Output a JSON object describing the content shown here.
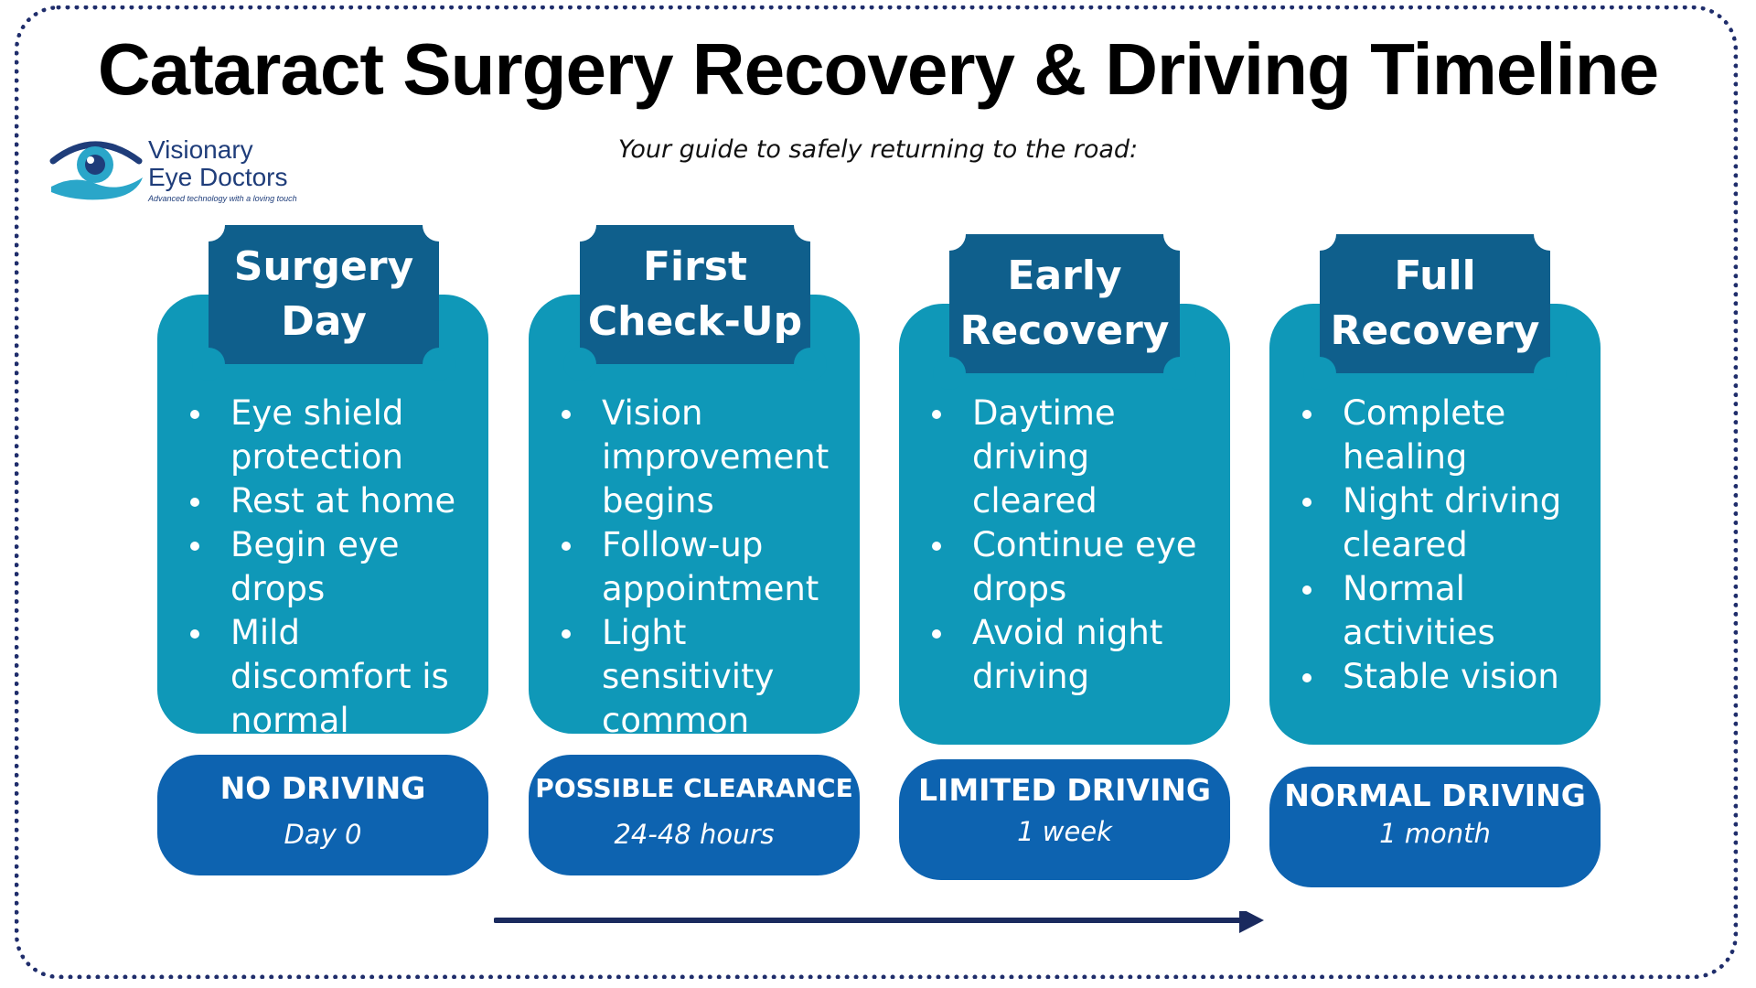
{
  "title": "Cataract Surgery Recovery & Driving Timeline",
  "subtitle": "Your guide to safely returning to the road:",
  "logo": {
    "line1": "Visionary",
    "line2": "Eye Doctors",
    "tagline": "Advanced technology with a loving touch"
  },
  "stages": [
    {
      "title_line1": "Surgery",
      "title_line2": "Day",
      "items": [
        "Eye shield protection",
        "Rest at home",
        "Begin eye drops",
        "Mild discomfort is normal"
      ],
      "status": "NO DRIVING",
      "time": "Day 0"
    },
    {
      "title_line1": "First",
      "title_line2": "Check-Up",
      "items": [
        "Vision improvement begins",
        "Follow-up appointment",
        "Light sensitivity common"
      ],
      "status": "POSSIBLE CLEARANCE",
      "time": "24-48 hours"
    },
    {
      "title_line1": "Early",
      "title_line2": "Recovery",
      "items": [
        "Daytime driving cleared",
        "Continue eye drops",
        "Avoid night driving"
      ],
      "status": "LIMITED DRIVING",
      "time": "1 week"
    },
    {
      "title_line1": "Full",
      "title_line2": "Recovery",
      "items": [
        "Complete healing",
        "Night driving cleared",
        "Normal activities",
        "Stable vision"
      ],
      "status": "NORMAL DRIVING",
      "time": "1 month"
    }
  ],
  "colors": {
    "card": "#0f98b8",
    "tab": "#0f5f8c",
    "pill": "#0d63b0",
    "arrow": "#1a2a5e",
    "border": "#1f2d6b"
  }
}
